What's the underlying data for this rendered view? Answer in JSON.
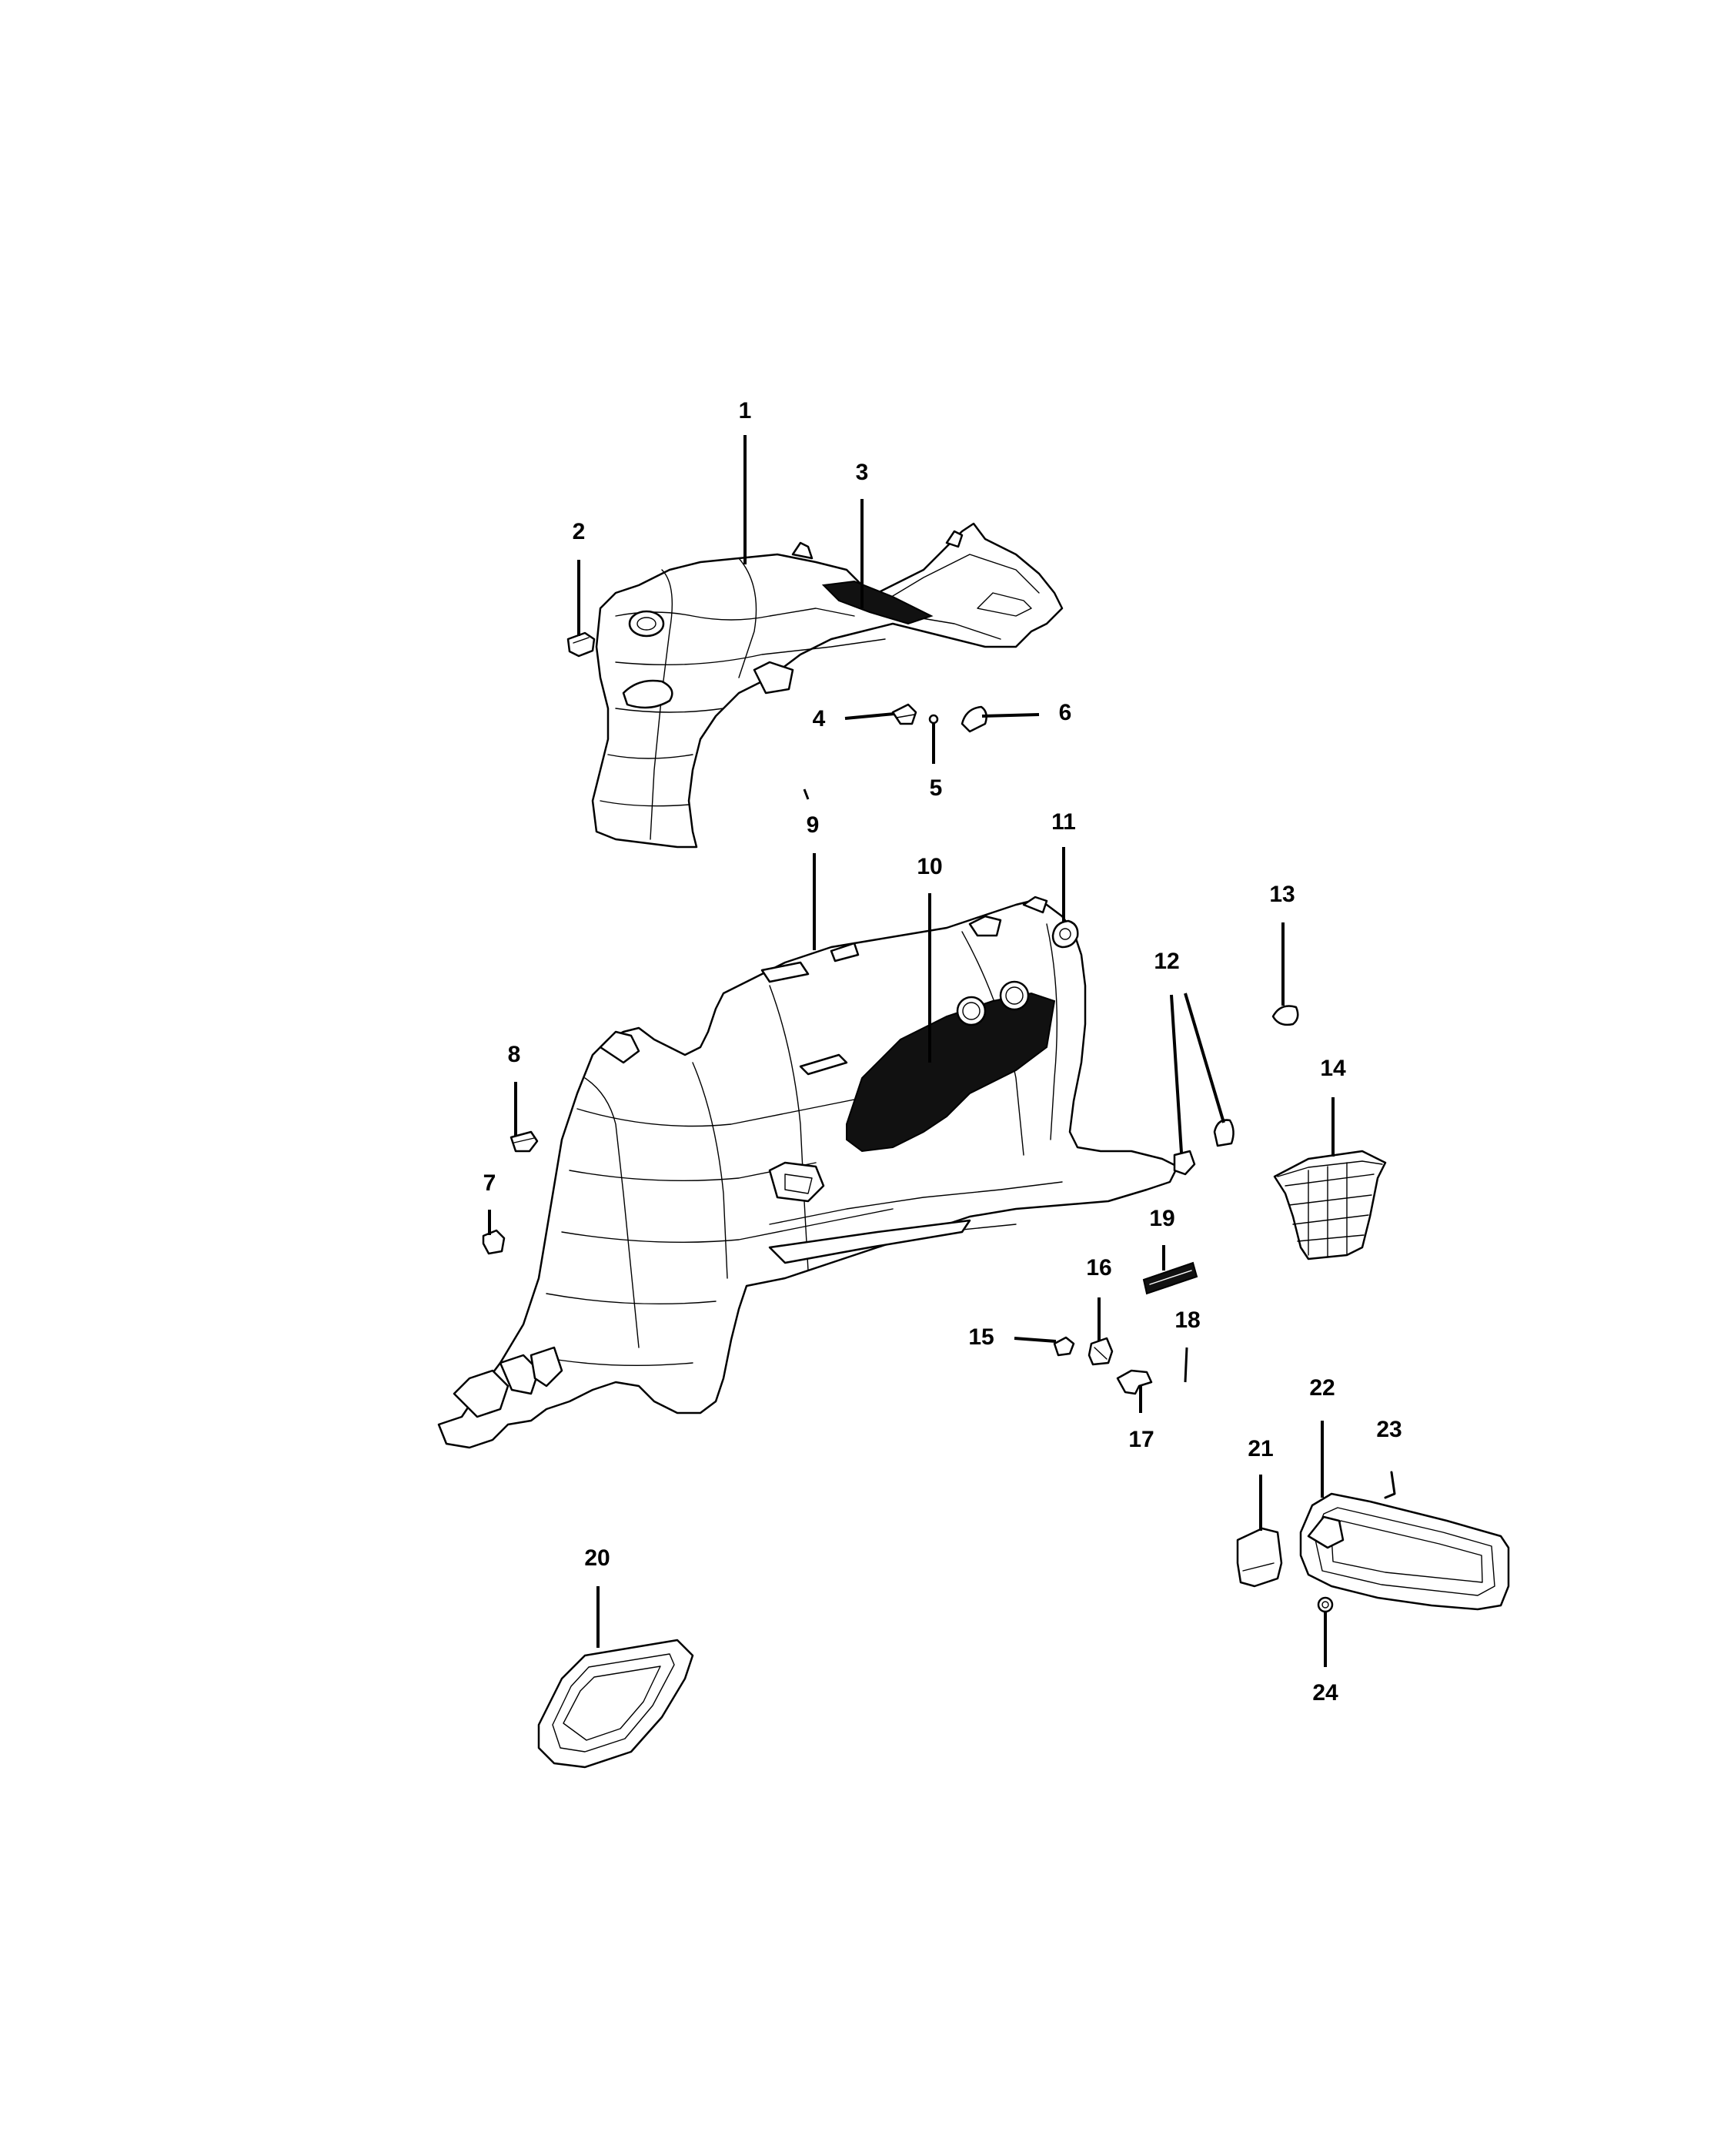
{
  "diagram": {
    "callouts": [
      {
        "id": "1",
        "label": "1"
      },
      {
        "id": "2",
        "label": "2"
      },
      {
        "id": "3",
        "label": "3"
      },
      {
        "id": "4",
        "label": "4"
      },
      {
        "id": "5",
        "label": "5"
      },
      {
        "id": "6",
        "label": "6"
      },
      {
        "id": "7",
        "label": "7"
      },
      {
        "id": "8",
        "label": "8"
      },
      {
        "id": "9",
        "label": "9"
      },
      {
        "id": "10",
        "label": "10"
      },
      {
        "id": "11",
        "label": "11"
      },
      {
        "id": "12",
        "label": "12"
      },
      {
        "id": "13",
        "label": "13"
      },
      {
        "id": "14",
        "label": "14"
      },
      {
        "id": "15",
        "label": "15"
      },
      {
        "id": "16",
        "label": "16"
      },
      {
        "id": "17",
        "label": "17"
      },
      {
        "id": "18",
        "label": "18"
      },
      {
        "id": "19",
        "label": "19"
      },
      {
        "id": "20",
        "label": "20"
      },
      {
        "id": "21",
        "label": "21"
      },
      {
        "id": "22",
        "label": "22"
      },
      {
        "id": "23",
        "label": "23"
      },
      {
        "id": "24",
        "label": "24"
      }
    ],
    "colors": {
      "line": "#000000",
      "background": "#ffffff",
      "fill_dark": "#111111"
    }
  }
}
